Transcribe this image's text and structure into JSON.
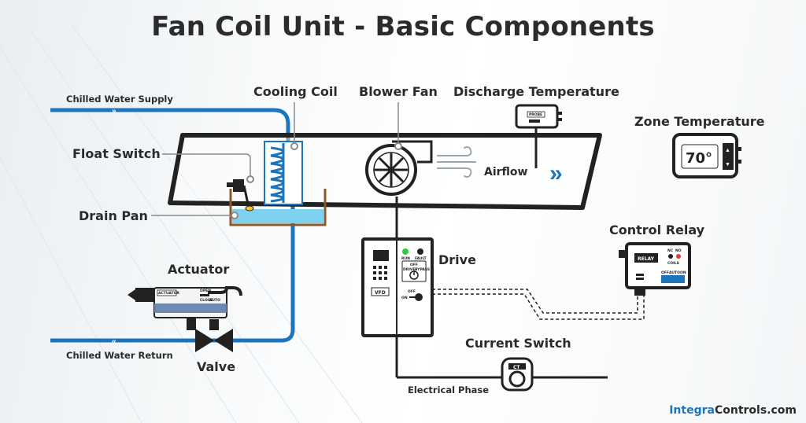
{
  "title": "Fan Coil Unit - Basic Components",
  "labels": {
    "chilled_water_supply": "Chilled Water Supply",
    "chilled_water_return": "Chilled Water Return",
    "cooling_coil": "Cooling Coil",
    "blower_fan": "Blower Fan",
    "discharge_temperature": "Discharge Temperature",
    "zone_temperature": "Zone Temperature",
    "float_switch": "Float Switch",
    "drain_pan": "Drain Pan",
    "airflow": "Airflow",
    "actuator": "Actuator",
    "valve": "Valve",
    "drive": "Drive",
    "control_relay": "Control Relay",
    "current_switch": "Current Switch",
    "electrical_phase": "Electrical Phase"
  },
  "devices": {
    "zone_temp_reading": "70°",
    "probe_label": "PROBE",
    "drive_run": "RUN",
    "drive_fault": "FAULT",
    "drive_off": "OFF",
    "drive_drive": "DRIVE",
    "drive_bypass": "BYPASS",
    "drive_on": "ON",
    "drive_vfd": "VFD",
    "relay_label": "RELAY",
    "relay_nc": "NC",
    "relay_no": "NO",
    "relay_coils": "COILS",
    "relay_off": "OFF",
    "relay_auto": "AUTO",
    "relay_on": "ON",
    "ct_label": "CT",
    "actuator_plate": "ACTUATOR",
    "actuator_open": "OPEN",
    "actuator_close": "CLOSE",
    "actuator_auto": "AUTO"
  },
  "brand": {
    "part1": "Integra",
    "part2": "Controls.com"
  },
  "colors": {
    "pipe_blue": "#1c75bc",
    "duct": "#222222",
    "water": "#7fd1f0",
    "pan": "#8b5a2b",
    "accent": "#1c75bc"
  }
}
